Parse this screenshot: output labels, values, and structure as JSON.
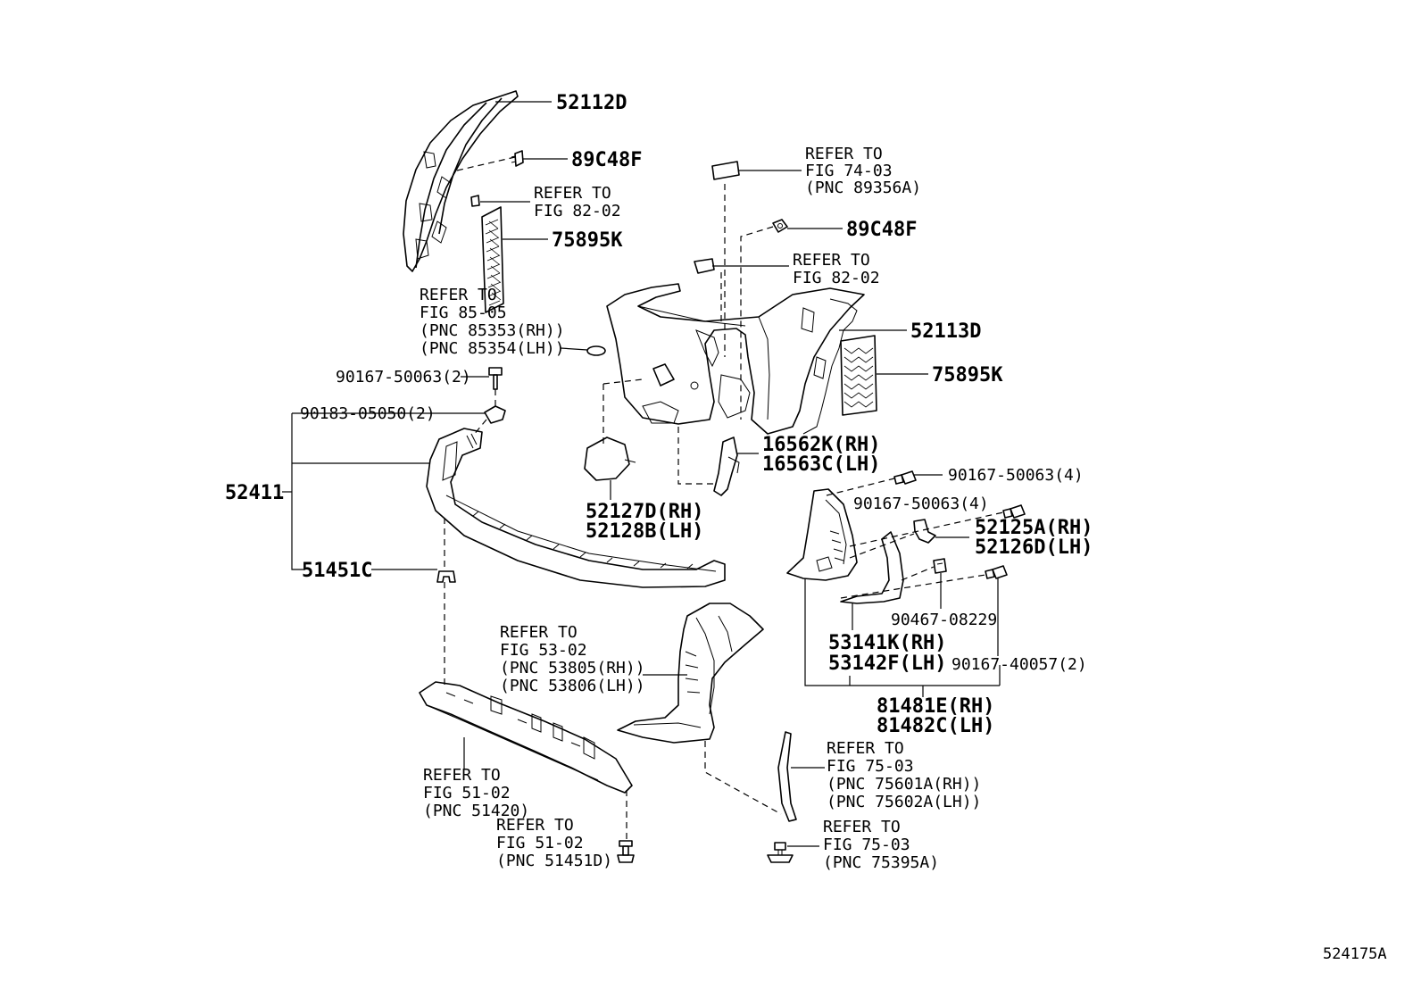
{
  "figure_id": "524175A",
  "callouts": {
    "c_52112D": "52112D",
    "c_89C48F_a": "89C48F",
    "c_ref8202_a": [
      "REFER TO",
      "FIG 82-02"
    ],
    "c_75895K_a": "75895K",
    "c_ref8505": [
      "REFER TO",
      "FIG 85-05",
      "(PNC 85353(RH))",
      "(PNC 85354(LH))"
    ],
    "c_9016750063_2": "90167-50063(2)",
    "c_9018305050": "90183-05050(2)",
    "c_52411": "52411",
    "c_51451C": "51451C",
    "c_ref7403": [
      "REFER TO",
      "FIG 74-03",
      "(PNC 89356A)"
    ],
    "c_89C48F_b": "89C48F",
    "c_ref8202_b": [
      "REFER TO",
      "FIG 82-02"
    ],
    "c_52113D": "52113D",
    "c_75895K_b": "75895K",
    "c_16562K": [
      "16562K(RH)",
      "16563C(LH)"
    ],
    "c_52127D": [
      "52127D(RH)",
      "52128B(LH)"
    ],
    "c_9016750063_4a": "90167-50063(4)",
    "c_9016750063_4b": "90167-50063(4)",
    "c_52125A": [
      "52125A(RH)",
      "52126D(LH)"
    ],
    "c_9046708229": "90467-08229",
    "c_53141K": [
      "53141K(RH)",
      "53142F(LH)"
    ],
    "c_9016740057": "90167-40057(2)",
    "c_81481E": [
      "81481E(RH)",
      "81482C(LH)"
    ],
    "c_ref5302": [
      "REFER TO",
      "FIG 53-02",
      "(PNC 53805(RH))",
      "(PNC 53806(LH))"
    ],
    "c_ref5102_a": [
      "REFER TO",
      "FIG 51-02",
      "(PNC 51420)"
    ],
    "c_ref5102_b": [
      "REFER TO",
      "FIG 51-02",
      "(PNC 51451D)"
    ],
    "c_ref7503_a": [
      "REFER TO",
      "FIG 75-03",
      "(PNC 75601A(RH))",
      "(PNC 75602A(LH))"
    ],
    "c_ref7503_b": [
      "REFER TO",
      "FIG 75-03",
      "(PNC 75395A)"
    ]
  }
}
